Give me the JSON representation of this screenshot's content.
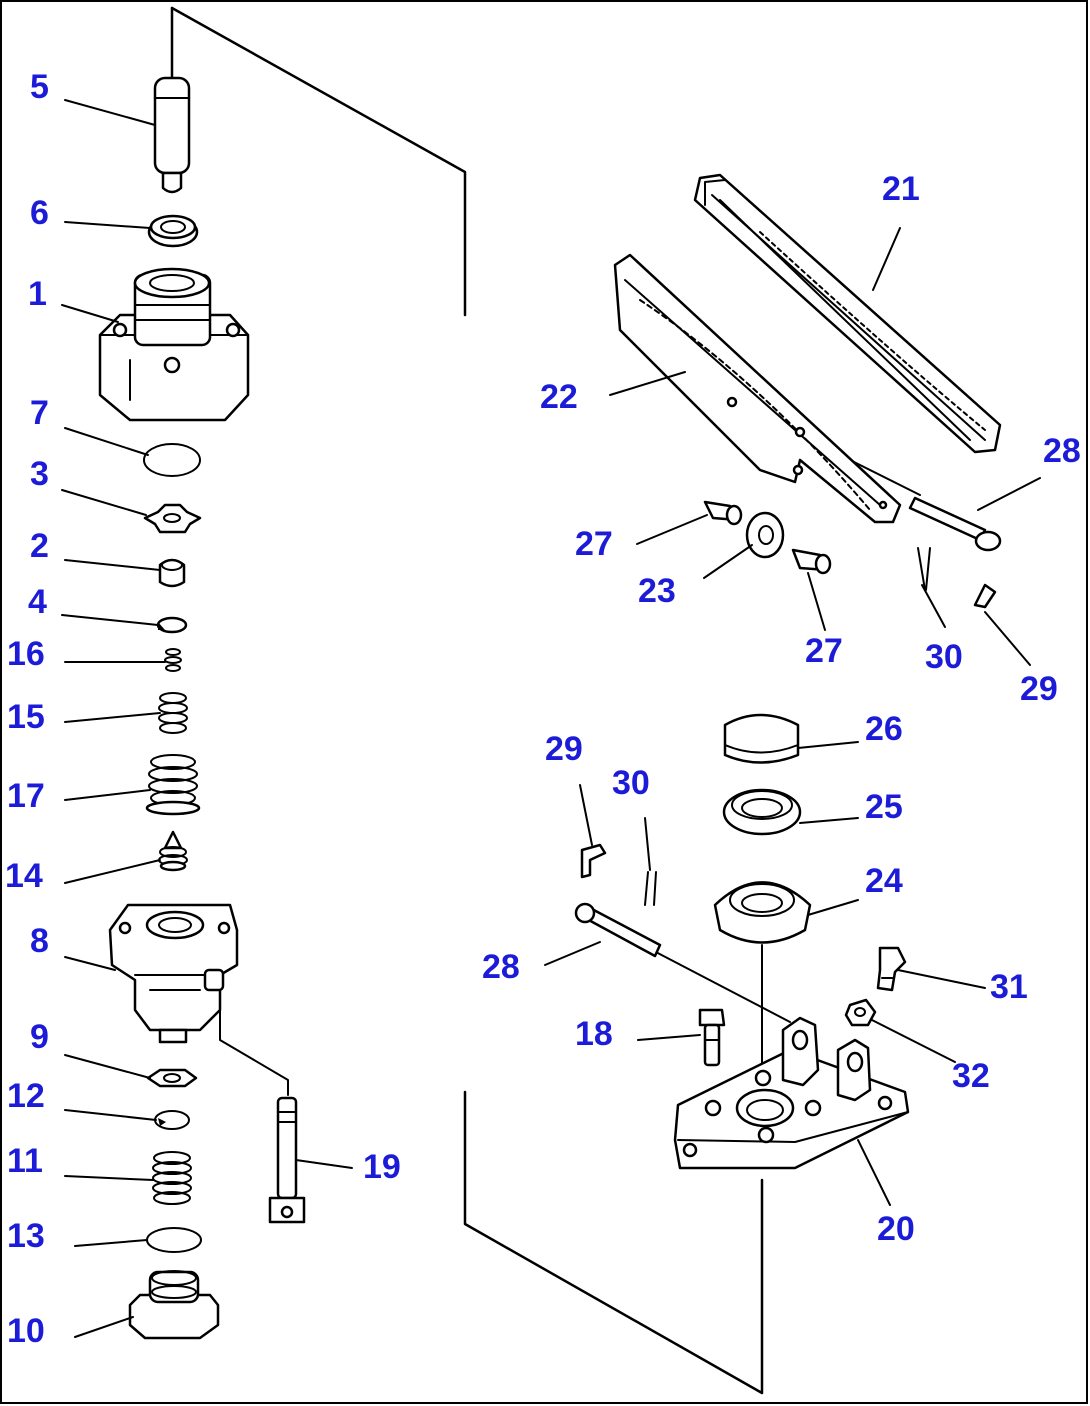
{
  "diagram": {
    "labels": [
      {
        "id": "l5",
        "text": "5"
      },
      {
        "id": "l6",
        "text": "6"
      },
      {
        "id": "l1",
        "text": "1"
      },
      {
        "id": "l7",
        "text": "7"
      },
      {
        "id": "l3",
        "text": "3"
      },
      {
        "id": "l2",
        "text": "2"
      },
      {
        "id": "l4",
        "text": "4"
      },
      {
        "id": "l16",
        "text": "16"
      },
      {
        "id": "l15",
        "text": "15"
      },
      {
        "id": "l17",
        "text": "17"
      },
      {
        "id": "l14",
        "text": "14"
      },
      {
        "id": "l8",
        "text": "8"
      },
      {
        "id": "l9",
        "text": "9"
      },
      {
        "id": "l12",
        "text": "12"
      },
      {
        "id": "l11",
        "text": "11"
      },
      {
        "id": "l13",
        "text": "13"
      },
      {
        "id": "l10",
        "text": "10"
      },
      {
        "id": "l19",
        "text": "19"
      },
      {
        "id": "l21",
        "text": "21"
      },
      {
        "id": "l22",
        "text": "22"
      },
      {
        "id": "l28a",
        "text": "28"
      },
      {
        "id": "l27a",
        "text": "27"
      },
      {
        "id": "l23",
        "text": "23"
      },
      {
        "id": "l27b",
        "text": "27"
      },
      {
        "id": "l30a",
        "text": "30"
      },
      {
        "id": "l29a",
        "text": "29"
      },
      {
        "id": "l26",
        "text": "26"
      },
      {
        "id": "l29b",
        "text": "29"
      },
      {
        "id": "l30b",
        "text": "30"
      },
      {
        "id": "l25",
        "text": "25"
      },
      {
        "id": "l24",
        "text": "24"
      },
      {
        "id": "l28b",
        "text": "28"
      },
      {
        "id": "l31",
        "text": "31"
      },
      {
        "id": "l18",
        "text": "18"
      },
      {
        "id": "l32",
        "text": "32"
      },
      {
        "id": "l20",
        "text": "20"
      }
    ],
    "label_color": "#1c1cd8",
    "line_color": "#000000"
  }
}
